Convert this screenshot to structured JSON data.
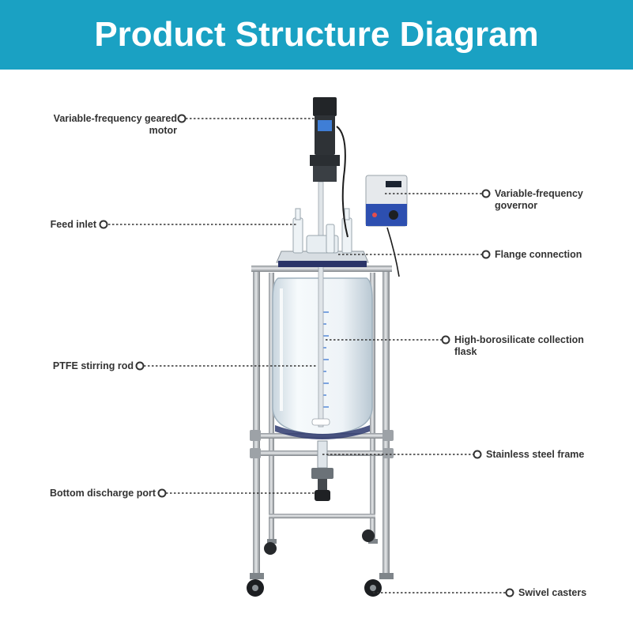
{
  "title": "Product Structure Diagram",
  "colors": {
    "banner": "#1aa1c3",
    "label_text": "#333333",
    "leader_line": "#333333",
    "steel": "#b8bcc0",
    "glass": "#e9f1f6",
    "graduation": "#2f6fd0",
    "governor_panel": "#2d4fb0"
  },
  "labels": {
    "motor_line1": "Variable-frequency geared",
    "motor_line2": "motor",
    "feed_inlet": "Feed inlet",
    "stirring_rod": "PTFE stirring rod",
    "discharge_port": "Bottom discharge port",
    "governor_line1": "Variable-frequency",
    "governor_line2": "governor",
    "flange": "Flange connection",
    "flask_line1": "High-borosilicate collection",
    "flask_line2": "flask",
    "frame": "Stainless steel frame",
    "casters": "Swivel casters"
  }
}
